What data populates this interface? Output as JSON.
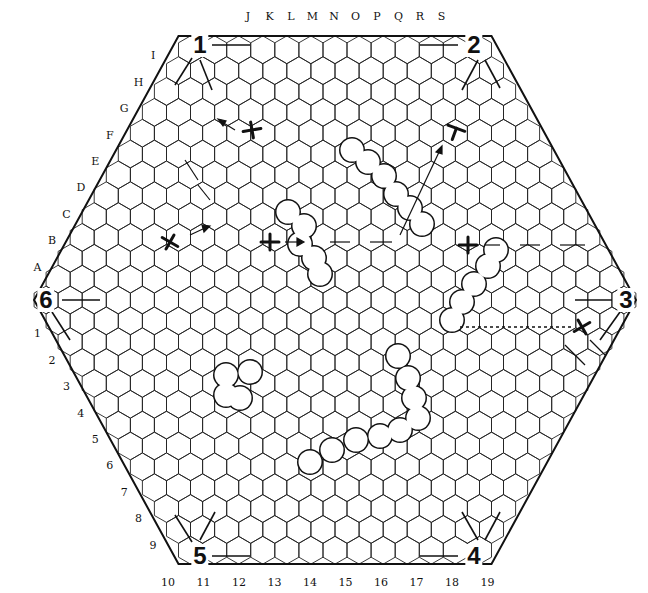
{
  "diagram": {
    "labels": [
      "J",
      "K",
      "L",
      "M",
      "N",
      "O",
      "P",
      "Q",
      "R",
      "S",
      "I",
      "H",
      "G",
      "F",
      "E",
      "D",
      "C",
      "B",
      "A",
      "1",
      "2",
      "3",
      "4",
      "5",
      "6",
      "7",
      "8",
      "9",
      "10",
      "11",
      "12",
      "13",
      "14",
      "15",
      "16",
      "17",
      "18",
      "19",
      "1",
      "2",
      "3",
      "4",
      "5",
      "6"
    ]
  }
}
